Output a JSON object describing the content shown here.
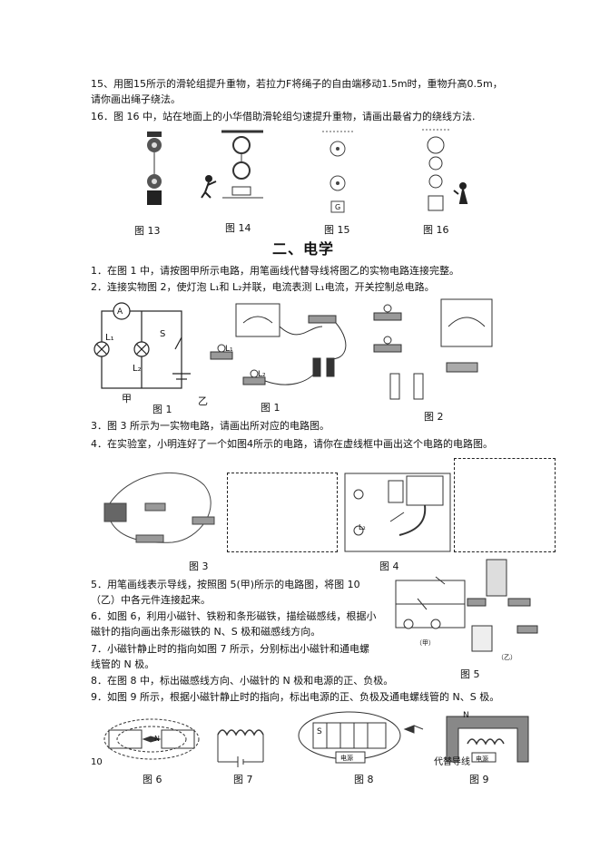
{
  "questions": {
    "q15": "15、用图15所示的滑轮组提升重物，若拉力F将绳子的自由端移动1.5m时，重物升高0.5m，",
    "q15b": "请你画出绳子绕法。",
    "q16": "16．图 16 中，站在地面上的小华借助滑轮组匀速提升重物，请画出最省力的绕线方法.",
    "e1": "1．在图 1 中，请按图甲所示电路，用笔画线代替导线将图乙的实物电路连接完整。",
    "e2": "2．连接实物图 2，使灯泡 L₁和 L₂并联，电流表测 L₁电流，开关控制总电路。",
    "e3": "3．图 3 所示为一实物电路，请画出所对应的电路图。",
    "e4": "4．在实验室，小明连好了一个如图4所示的电路，请你在虚线框中画出这个电路的电路图。",
    "e5": "5．用笔画线表示导线，按照图 5(甲)所示的电路图，将图 10",
    "e5b": "（乙）中各元件连接起来。",
    "e6": "6．如图 6，利用小磁针、铁粉和条形磁铁，描绘磁感线，根据小",
    "e6b": "磁针的指向画出条形磁铁的 N、S 极和磁感线方向。",
    "e7": "7．小磁针静止时的指向如图 7 所示，分别标出小磁针和通电螺",
    "e7b": "线管的 N 极。",
    "e8": "8．在图 8 中，标出磁感线方向、小磁针的 N 极和电源的正、负极。",
    "e9": "9．如图 9 所示，根据小磁针静止时的指向，标出电源的正、负极及通电螺线管的 N、S 极。"
  },
  "section_title": "二、电学",
  "captions": {
    "fig13": "图 13",
    "fig14": "图 14",
    "fig15": "图 15",
    "fig16": "图 16",
    "fig1a": "图 1",
    "fig1b": "图 1",
    "fig2": "图 2",
    "fig3": "图 3",
    "fig4": "图 4",
    "fig5": "图 5",
    "fig6": "图 6",
    "fig7": "图 7",
    "fig8": "图 8",
    "fig9": "图 9",
    "jia": "甲",
    "yi": "乙",
    "fig5_jia": "（甲）",
    "fig5_yi": "（乙）"
  },
  "labels": {
    "ammeter": "A",
    "l1": "L₁",
    "l2": "L₂",
    "s": "S",
    "g": "G",
    "n": "N",
    "s_pole": "S",
    "power": "电源",
    "stray": "10",
    "stray2": "代替导线"
  }
}
